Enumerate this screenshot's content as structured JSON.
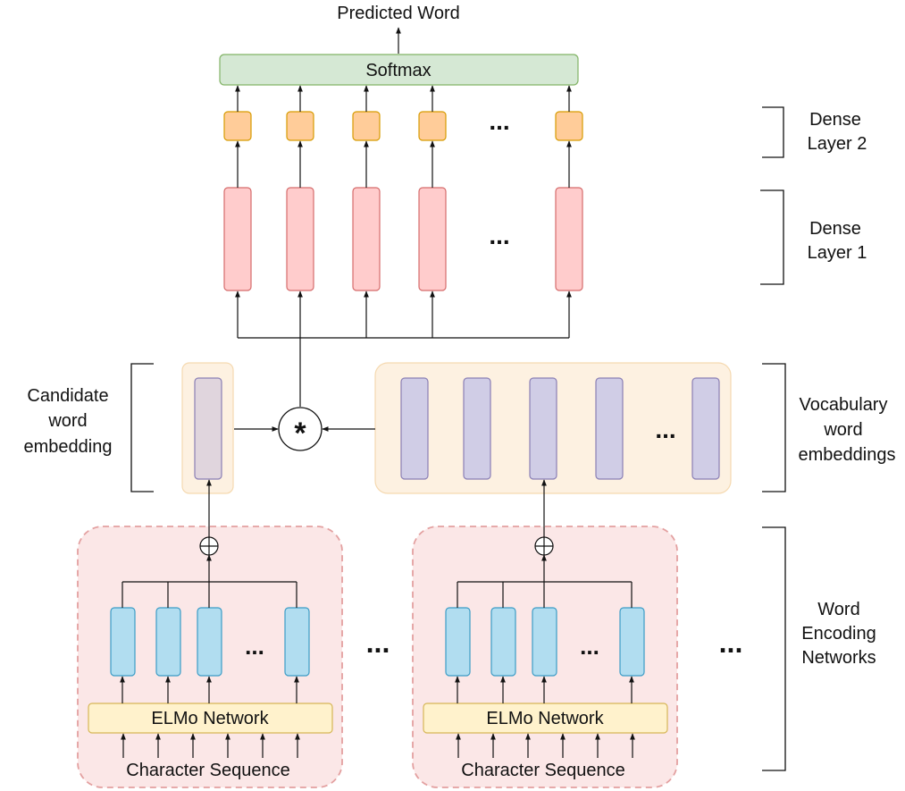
{
  "labels": {
    "predicted_word": "Predicted Word",
    "softmax": "Softmax",
    "dense_layer_2": [
      "Dense",
      "Layer 2"
    ],
    "dense_layer_1": [
      "Dense",
      "Layer 1"
    ],
    "candidate_word_embedding": [
      "Candidate",
      "word",
      "embedding"
    ],
    "vocabulary_word_embeddings": [
      "Vocabulary",
      "word",
      "embeddings"
    ],
    "word_encoding_networks": [
      "Word",
      "Encoding",
      "Networks"
    ],
    "elmo_network": "ELMo Network",
    "character_sequence": "Character Sequence",
    "ellipsis": "...",
    "multiply_symbol": "*",
    "add_symbol": "⊕"
  },
  "colors": {
    "softmax_fill": "#d5e8d4",
    "softmax_stroke": "#82b366",
    "dense2_fill": "#ffcc99",
    "dense2_stroke": "#d79b00",
    "dense1_fill": "#ffcccc",
    "dense1_stroke": "#d56b6b",
    "embedding_group_fill": "#fdf1e1",
    "embedding_group_stroke": "#f5d9b0",
    "candidate_fill": "#e0d5dd",
    "vocab_fill": "#d0cde6",
    "vocab_stroke": "#8a7fb5",
    "encoder_group_fill": "#fbe7e7",
    "encoder_group_stroke": "#e3a0a0",
    "lstm_fill": "#b1ddf0",
    "lstm_stroke": "#3b9cc6",
    "elmo_fill": "#fff2cc",
    "elmo_stroke": "#d6b656"
  }
}
